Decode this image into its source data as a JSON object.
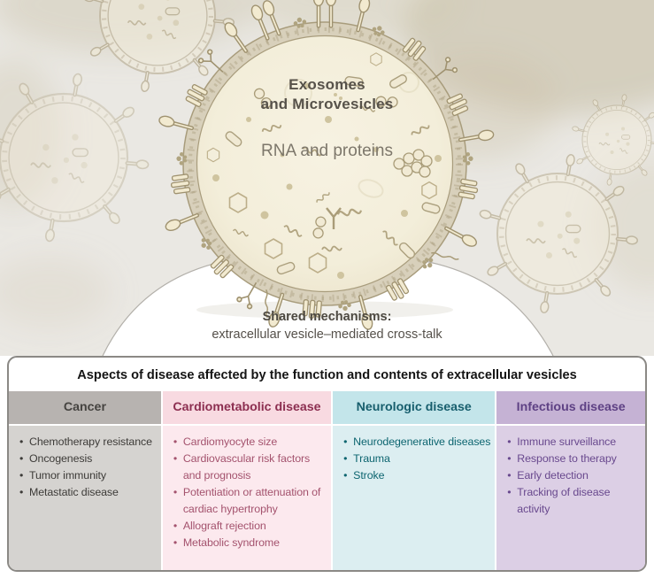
{
  "illustration": {
    "background_color": "#eae8e3",
    "vesicle": {
      "title_line1": "Exosomes",
      "title_line2": "and Microvesicles",
      "subtitle": "RNA and proteins",
      "interior_color": "#f3eeda",
      "membrane_color": "#d8d0bb"
    },
    "shared_mechanisms": {
      "label": "Shared mechanisms:",
      "description": "extracellular vesicle–mediated cross-talk"
    }
  },
  "table": {
    "title": "Aspects of disease affected by the function and contents of extracellular vesicles",
    "border_color": "#8b8985",
    "columns": [
      {
        "header": "Cancer",
        "header_bg": "#b7b3b0",
        "header_color": "#454340",
        "body_bg": "#d5d3d0",
        "text_color": "#3d3b38",
        "items": [
          "Chemotherapy resistance",
          "Oncogenesis",
          "Tumor immunity",
          "Metastatic disease"
        ]
      },
      {
        "header": "Cardiometabolic disease",
        "header_bg": "#f8dae1",
        "header_color": "#8c2e50",
        "body_bg": "#fce9ee",
        "text_color": "#a4536e",
        "items": [
          "Cardiomyocyte size",
          "Cardiovascular risk factors and prognosis",
          "Potentiation or attenuation of cardiac hypertrophy",
          "Allograft rejection",
          "Metabolic syndrome"
        ]
      },
      {
        "header": "Neurologic disease",
        "header_bg": "#c3e5ea",
        "header_color": "#175e6d",
        "body_bg": "#dceef1",
        "text_color": "#0d6570",
        "items": [
          "Neurodegenerative diseases",
          "Trauma",
          "Stroke"
        ]
      },
      {
        "header": "Infectious disease",
        "header_bg": "#c5b2d4",
        "header_color": "#5e4184",
        "body_bg": "#dccfe5",
        "text_color": "#69498e",
        "items": [
          "Immune surveillance",
          "Response to therapy",
          "Early detection",
          "Tracking of disease activity"
        ]
      }
    ]
  }
}
